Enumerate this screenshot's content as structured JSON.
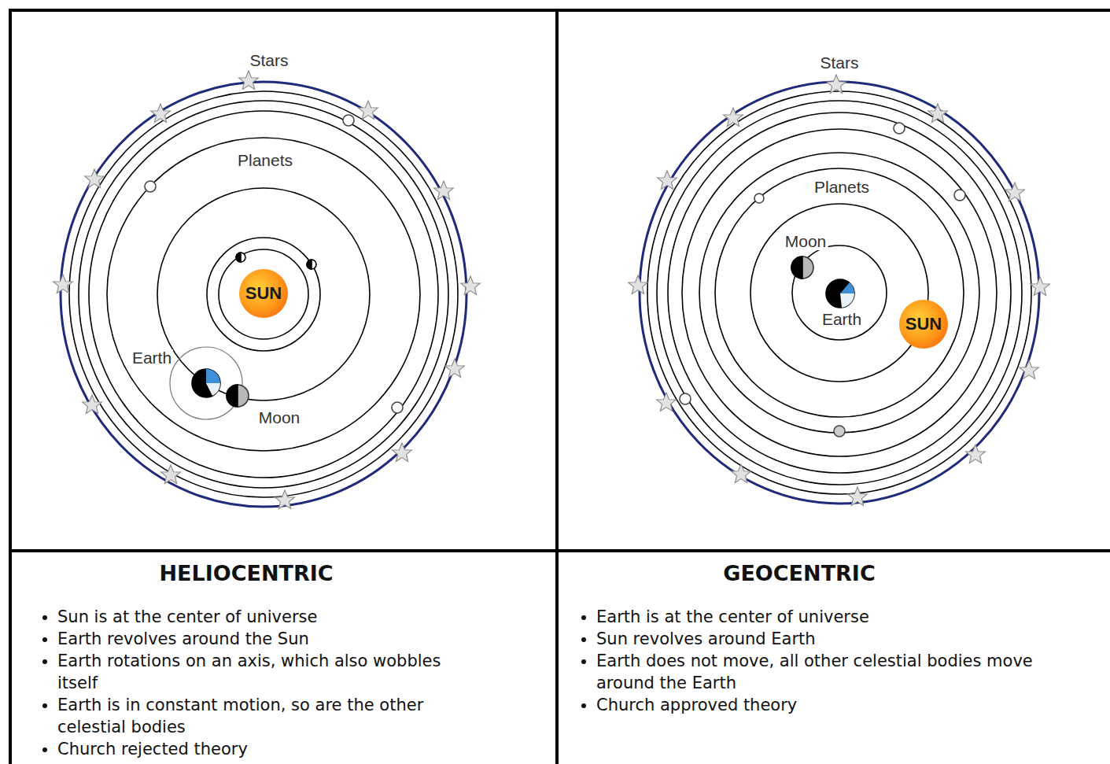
{
  "diagram": {
    "nodes": [
      {
        "text": [
          "SUN"
        ]
      },
      {
        "text": [
          "SUN"
        ]
      },
      {
        "text": [
          "HELIOCENTRIC",
          "Sun is at the center of universe",
          "Earth revolves around the Sun",
          "Earth rotations on an axis, which also wobbles itself",
          "Earth is in constant motion, so are the other celestial bodies",
          "Church rejected theory"
        ]
      },
      {
        "text": [
          "GEOCENTRIC",
          "Earth is at the center of universe",
          "Sun revolves around Earth",
          "Earth does not move, all other celestial bodies move around the Earth",
          "Church approved theory"
        ]
      }
    ],
    "labels": [
      "Stars",
      "Planets",
      "Earth",
      "Moon",
      "Stars",
      "Planets",
      "Moon",
      "Earth"
    ]
  }
}
